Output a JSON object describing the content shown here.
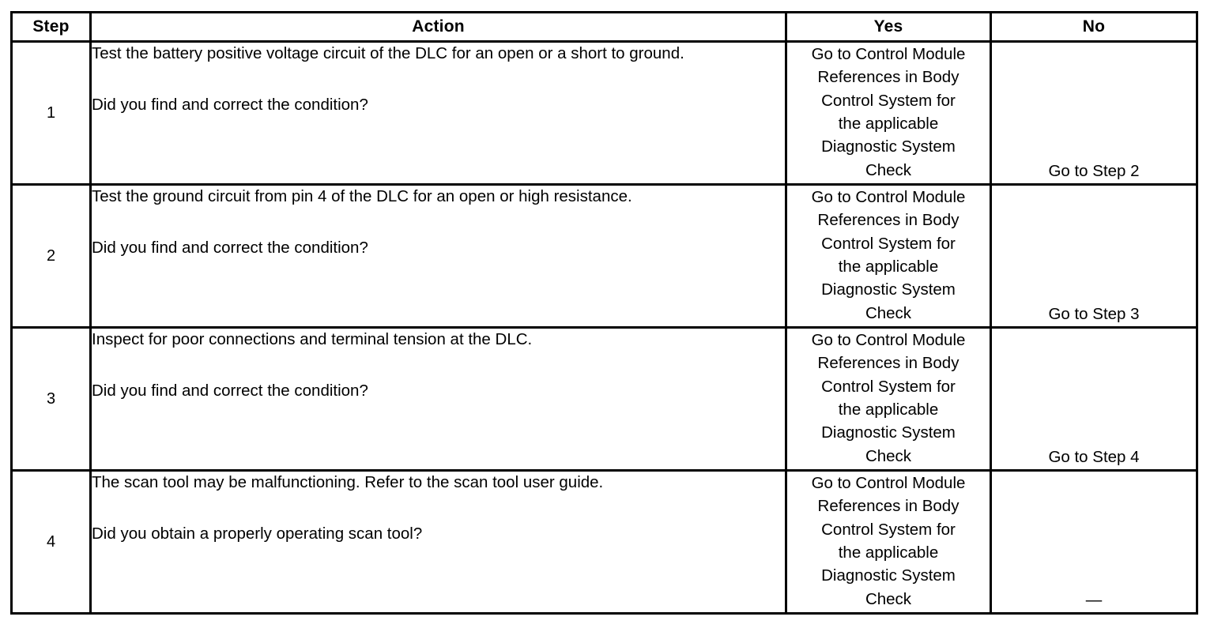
{
  "table": {
    "columns": [
      {
        "key": "step",
        "label": "Step"
      },
      {
        "key": "action",
        "label": "Action"
      },
      {
        "key": "yes",
        "label": "Yes"
      },
      {
        "key": "no",
        "label": "No"
      }
    ],
    "yes_boilerplate": "Go to Control Module References in Body Control System for the applicable Diagnostic System Check",
    "rows": [
      {
        "step": "1",
        "action_lead": "Test the battery positive voltage circuit of the DLC for an open or a short to ground.",
        "action_question": "Did you find and correct the condition?",
        "yes": "Go to Control Module\nReferences in Body\nControl System for\nthe applicable\nDiagnostic System\nCheck",
        "no": "Go to Step 2"
      },
      {
        "step": "2",
        "action_lead": "Test the ground circuit from pin 4 of the DLC for an open or high resistance.",
        "action_question": "Did you find and correct the condition?",
        "yes": "Go to Control Module\nReferences in Body\nControl System for\nthe applicable\nDiagnostic System\nCheck",
        "no": "Go to Step 3"
      },
      {
        "step": "3",
        "action_lead": "Inspect for poor connections and terminal tension at the DLC.",
        "action_question": "Did you find and correct the condition?",
        "yes": "Go to Control Module\nReferences in Body\nControl System for\nthe applicable\nDiagnostic System\nCheck",
        "no": "Go to Step 4"
      },
      {
        "step": "4",
        "action_lead": "The scan tool may be malfunctioning. Refer to the scan tool user guide.",
        "action_question": "Did you obtain a properly operating scan tool?",
        "yes": "Go to Control Module\nReferences in Body\nControl System for\nthe applicable\nDiagnostic System\nCheck",
        "no": "—"
      }
    ]
  },
  "colors": {
    "border": "#000000",
    "text": "#000000",
    "background": "#ffffff"
  }
}
